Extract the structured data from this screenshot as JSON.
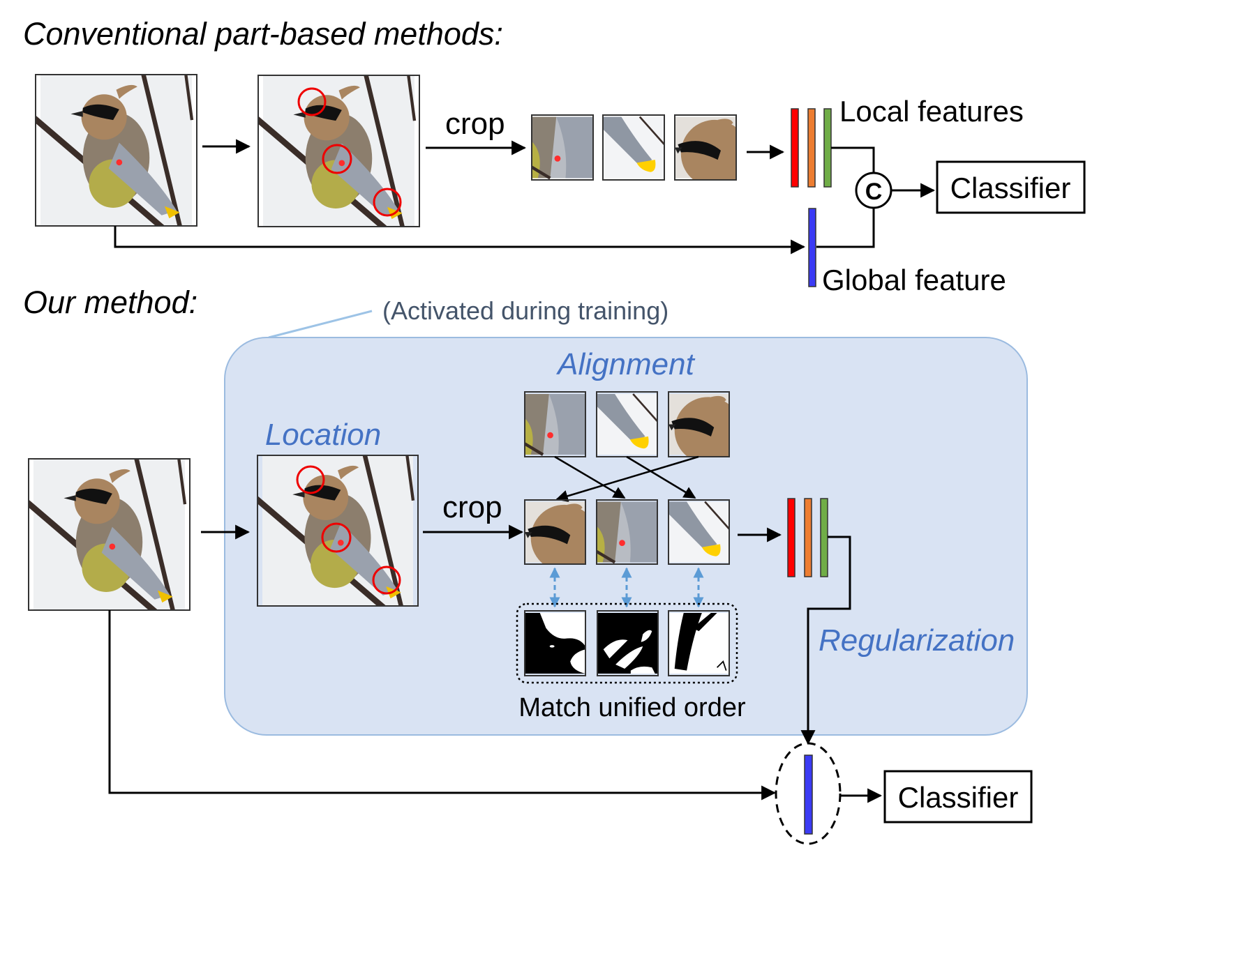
{
  "top": {
    "title": "Conventional part-based methods:",
    "crop_label": "crop",
    "local_features_label": "Local features",
    "global_feature_label": "Global feature",
    "concat_symbol": "C",
    "classifier_label": "Classifier"
  },
  "bottom": {
    "title": "Our method:",
    "activation_note": "(Activated during training)",
    "alignment_label": "Alignment",
    "location_label": "Location",
    "crop_label": "crop",
    "regularization_label": "Regularization",
    "match_label": "Match unified order",
    "classifier_label": "Classifier"
  },
  "colors": {
    "feature_red": "#ff0000",
    "feature_orange": "#ed7d31",
    "feature_green": "#70ad47",
    "feature_blue": "#3b3bf5",
    "panel_fill": "#d9e3f3",
    "panel_stroke": "#9bbbe0",
    "accent_text": "#4472c4",
    "dashed_arrow": "#5b9bd5"
  }
}
